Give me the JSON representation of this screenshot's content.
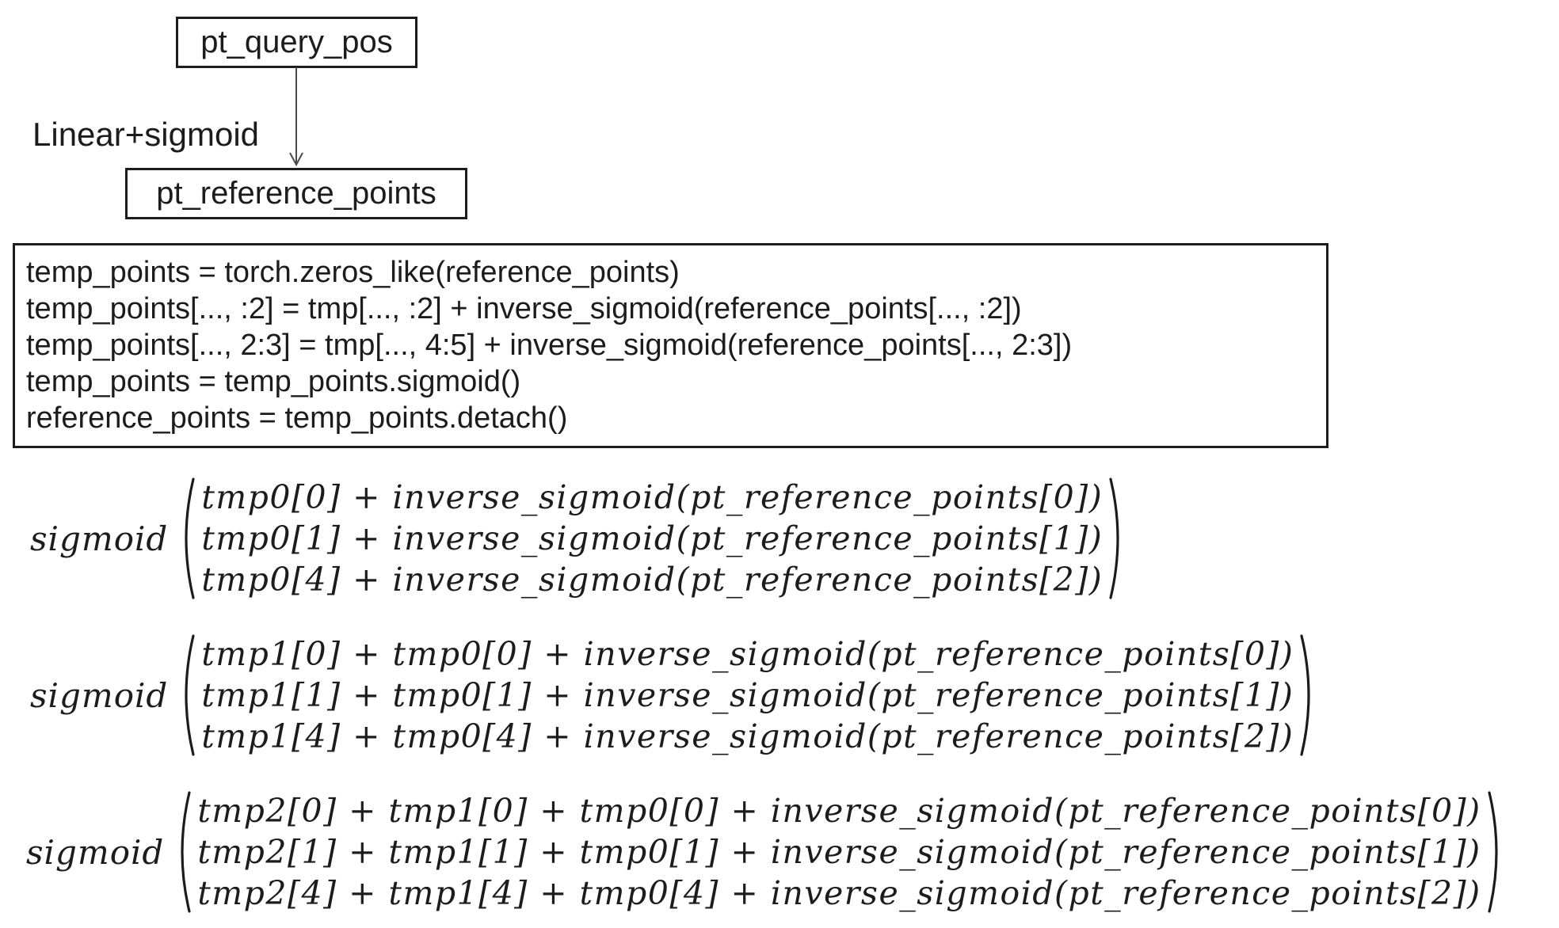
{
  "colors": {
    "background": "#ffffff",
    "text": "#1c1c1c",
    "box_border": "#1c1c1c",
    "arrow": "#4a4a4a"
  },
  "flowchart": {
    "top_node": "pt_query_pos",
    "edge_label": "Linear+sigmoid",
    "bottom_node": "pt_reference_points"
  },
  "code_block": {
    "lines": [
      "temp_points = torch.zeros_like(reference_points)",
      "temp_points[..., :2] = tmp[..., :2] + inverse_sigmoid(reference_points[..., :2])",
      "temp_points[..., 2:3] = tmp[..., 4:5] + inverse_sigmoid(reference_points[..., 2:3])",
      "temp_points = temp_points.sigmoid()",
      "reference_points = temp_points.detach()"
    ]
  },
  "equations": [
    {
      "func": "sigmoid",
      "rows": [
        "tmp0[0] + inverse_sigmoid(pt_reference_points[0])",
        "tmp0[1] + inverse_sigmoid(pt_reference_points[1])",
        "tmp0[4] + inverse_sigmoid(pt_reference_points[2])"
      ]
    },
    {
      "func": "sigmoid",
      "rows": [
        "tmp1[0] + tmp0[0] + inverse_sigmoid(pt_reference_points[0])",
        "tmp1[1] + tmp0[1] + inverse_sigmoid(pt_reference_points[1])",
        "tmp1[4] + tmp0[4] + inverse_sigmoid(pt_reference_points[2])"
      ]
    },
    {
      "func": "sigmoid",
      "rows": [
        "tmp2[0] + tmp1[0] + tmp0[0] + inverse_sigmoid(pt_reference_points[0])",
        "tmp2[1] + tmp1[1] + tmp0[1] + inverse_sigmoid(pt_reference_points[1])",
        "tmp2[4] + tmp1[4] + tmp0[4] + inverse_sigmoid(pt_reference_points[2])"
      ]
    }
  ]
}
